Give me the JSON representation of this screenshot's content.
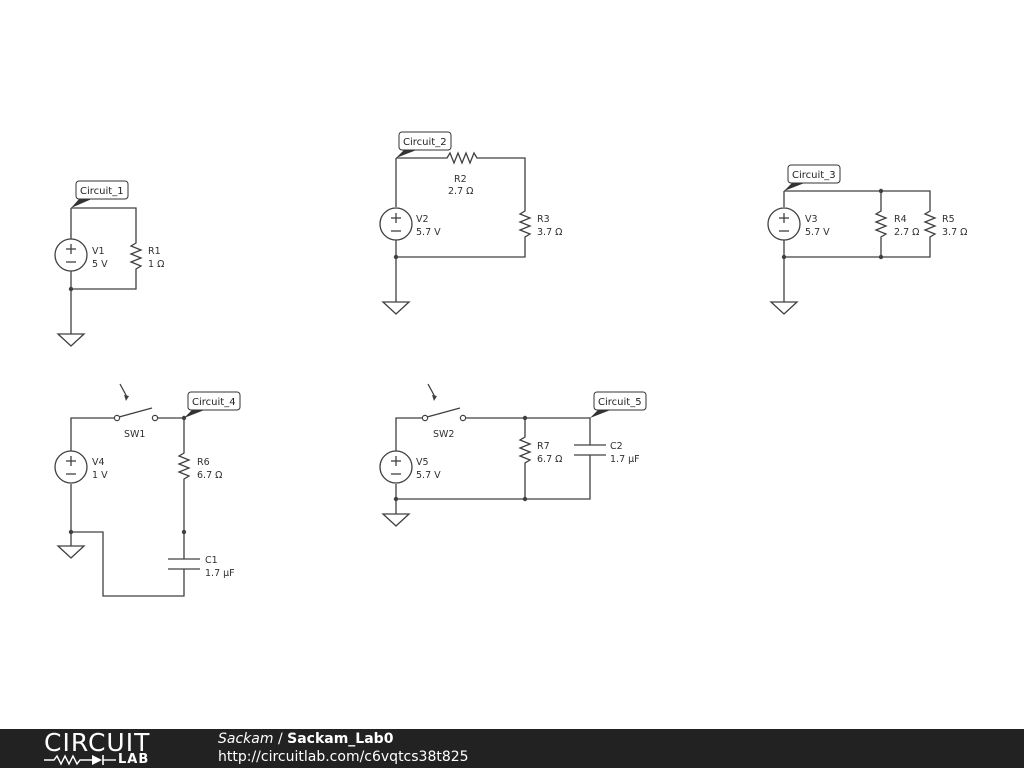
{
  "circuits": [
    {
      "tag": "Circuit_1"
    },
    {
      "tag": "Circuit_2"
    },
    {
      "tag": "Circuit_3"
    },
    {
      "tag": "Circuit_4"
    },
    {
      "tag": "Circuit_5"
    }
  ],
  "components": {
    "V1": {
      "name": "V1",
      "value": "5 V"
    },
    "R1": {
      "name": "R1",
      "value": "1 Ω"
    },
    "V2": {
      "name": "V2",
      "value": "5.7 V"
    },
    "R2": {
      "name": "R2",
      "value": "2.7 Ω"
    },
    "R3": {
      "name": "R3",
      "value": "3.7 Ω"
    },
    "V3": {
      "name": "V3",
      "value": "5.7 V"
    },
    "R4": {
      "name": "R4",
      "value": "2.7 Ω"
    },
    "R5": {
      "name": "R5",
      "value": "3.7 Ω"
    },
    "SW1": {
      "name": "SW1"
    },
    "V4": {
      "name": "V4",
      "value": "1 V"
    },
    "R6": {
      "name": "R6",
      "value": "6.7 Ω"
    },
    "C1": {
      "name": "C1",
      "value": "1.7 µF"
    },
    "SW2": {
      "name": "SW2"
    },
    "V5": {
      "name": "V5",
      "value": "5.7 V"
    },
    "R7": {
      "name": "R7",
      "value": "6.7 Ω"
    },
    "C2": {
      "name": "C2",
      "value": "1.7 µF"
    }
  },
  "footer": {
    "brand_top": "CIRCUIT",
    "brand_bottom": "LAB",
    "author": "Sackam",
    "separator": " / ",
    "title": "Sackam_Lab0",
    "url": "http://circuitlab.com/c6vqtcs38t825"
  }
}
